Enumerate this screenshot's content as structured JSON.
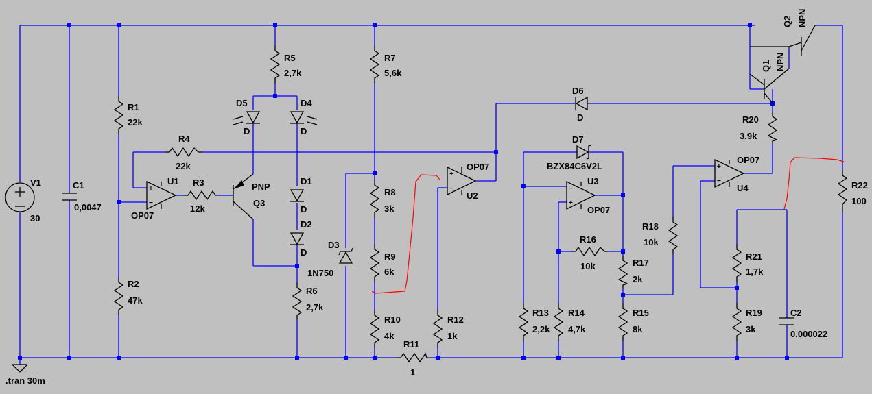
{
  "colors": {
    "background": "#c0c0c0",
    "wire": "#0000ff",
    "component": "#000000",
    "annotation": "#ff0000"
  },
  "components": {
    "V1": {
      "name": "V1",
      "value": "30"
    },
    "C1": {
      "name": "C1",
      "value": "0,0047"
    },
    "C2": {
      "name": "C2",
      "value": "0,000022"
    },
    "R1": {
      "name": "R1",
      "value": "22k"
    },
    "R2": {
      "name": "R2",
      "value": "47k"
    },
    "R3": {
      "name": "R3",
      "value": "12k"
    },
    "R4": {
      "name": "R4",
      "value": "22k"
    },
    "R5": {
      "name": "R5",
      "value": "2,7k"
    },
    "R6": {
      "name": "R6",
      "value": "2,7k"
    },
    "R7": {
      "name": "R7",
      "value": "5,6k"
    },
    "R8": {
      "name": "R8",
      "value": "3k"
    },
    "R9": {
      "name": "R9",
      "value": "6k"
    },
    "R10": {
      "name": "R10",
      "value": "4k"
    },
    "R11": {
      "name": "R11",
      "value": "1"
    },
    "R12": {
      "name": "R12",
      "value": "1k"
    },
    "R13": {
      "name": "R13",
      "value": "2,2k"
    },
    "R14": {
      "name": "R14",
      "value": "4,7k"
    },
    "R15": {
      "name": "R15",
      "value": "8k"
    },
    "R16": {
      "name": "R16",
      "value": "10k"
    },
    "R17": {
      "name": "R17",
      "value": "2k"
    },
    "R18": {
      "name": "R18",
      "value": "10k"
    },
    "R19": {
      "name": "R19",
      "value": "3k"
    },
    "R20": {
      "name": "R20",
      "value": "3,9k"
    },
    "R21": {
      "name": "R21",
      "value": "1,7k"
    },
    "R22": {
      "name": "R22",
      "value": "100"
    },
    "D1": {
      "name": "D1",
      "value": "D"
    },
    "D2": {
      "name": "D2",
      "value": "D"
    },
    "D3": {
      "name": "D3",
      "value": "1N750"
    },
    "D4": {
      "name": "D4",
      "value": "D"
    },
    "D5": {
      "name": "D5",
      "value": "D"
    },
    "D6": {
      "name": "D6",
      "value": "D"
    },
    "D7": {
      "name": "D7",
      "value": "BZX84C6V2L"
    },
    "Q1": {
      "name": "Q1",
      "value": "NPN"
    },
    "Q2": {
      "name": "Q2",
      "value": "NPN"
    },
    "Q3": {
      "name": "Q3",
      "value": "PNP"
    },
    "U1": {
      "name": "U1",
      "value": "OP07"
    },
    "U2": {
      "name": "U2",
      "value": "OP07"
    },
    "U3": {
      "name": "U3",
      "value": "OP07"
    },
    "U4": {
      "name": "U4",
      "value": "OP07"
    }
  },
  "directive": ".tran 30m"
}
